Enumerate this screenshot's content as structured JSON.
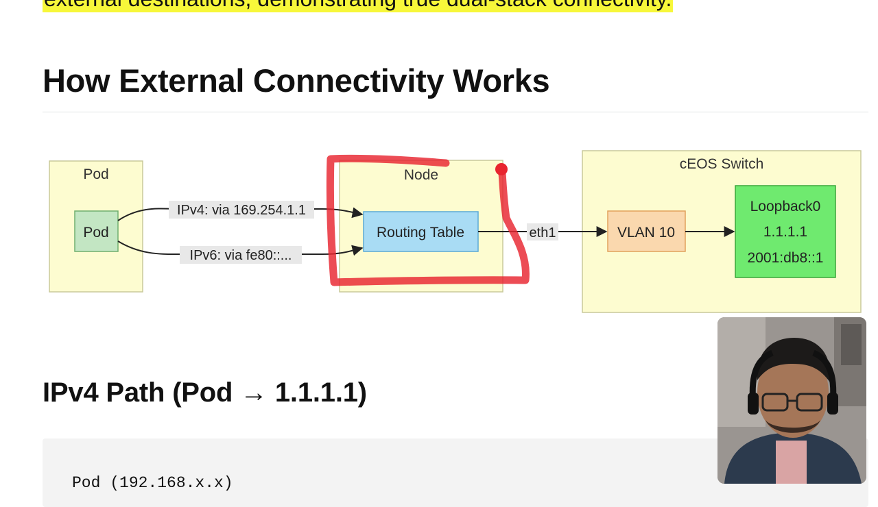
{
  "doc": {
    "intro_text": "external destinations, demonstrating true dual-stack connectivity.",
    "heading": "How External Connectivity Works",
    "subheading": "IPv4 Path (Pod → 1.1.1.1)",
    "code_line": "Pod (192.168.x.x)"
  },
  "diagram": {
    "pod_group": {
      "title": "Pod",
      "node": "Pod"
    },
    "node_group": {
      "title": "Node",
      "node": "Routing Table"
    },
    "switch_group": {
      "title": "cEOS Switch",
      "vlan": "VLAN 10",
      "loopback": {
        "name": "Loopback0",
        "ipv4": "1.1.1.1",
        "ipv6": "2001:db8::1"
      }
    },
    "edges": {
      "ipv4": "IPv4: via 169.254.1.1",
      "ipv6": "IPv6: via fe80::...",
      "eth": "eth1"
    },
    "colors": {
      "cluster_fill": "#fdfcd0",
      "cluster_stroke": "#c9c99a",
      "pod_fill": "#c3e6c3",
      "routing_fill": "#a9dcf4",
      "vlan_fill": "#fad8ae",
      "loopback_fill": "#6fea6f",
      "annotation_red": "#e8252f",
      "highlight": "#f7f73a"
    }
  },
  "webcam": {
    "description_icon": "presenter-webcam-icon"
  }
}
